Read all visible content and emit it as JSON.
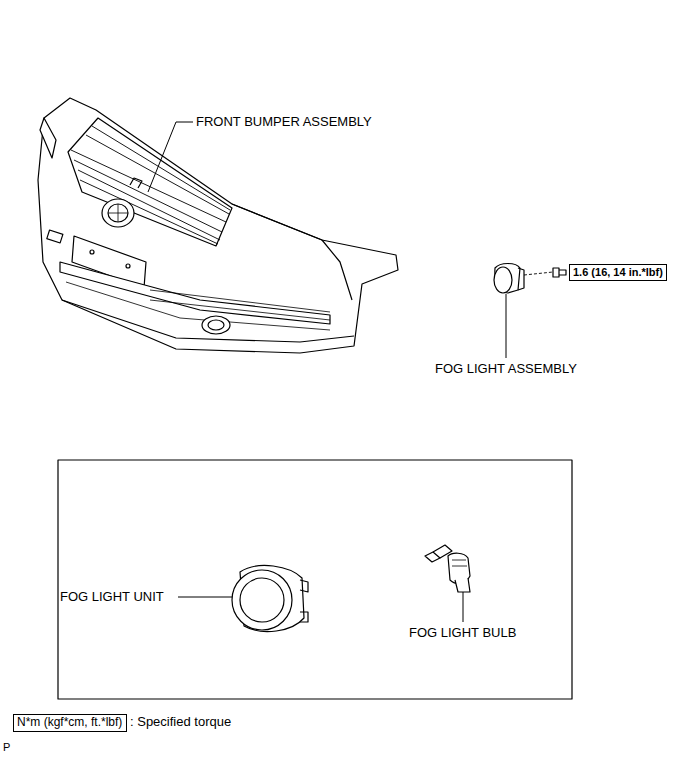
{
  "diagram": {
    "nodes": [
      {
        "text": [
          "1.6 (16, 14 in.*lbf)"
        ]
      },
      {
        "text": [
          "N*m (kgf*cm, ft.*lbf)"
        ]
      }
    ],
    "labels": [
      "FRONT BUMPER ASSEMBLY",
      "FOG LIGHT ASSEMBLY",
      "FOG LIGHT UNIT",
      "FOG LIGHT BULB",
      ": Specified torque",
      "P"
    ]
  }
}
